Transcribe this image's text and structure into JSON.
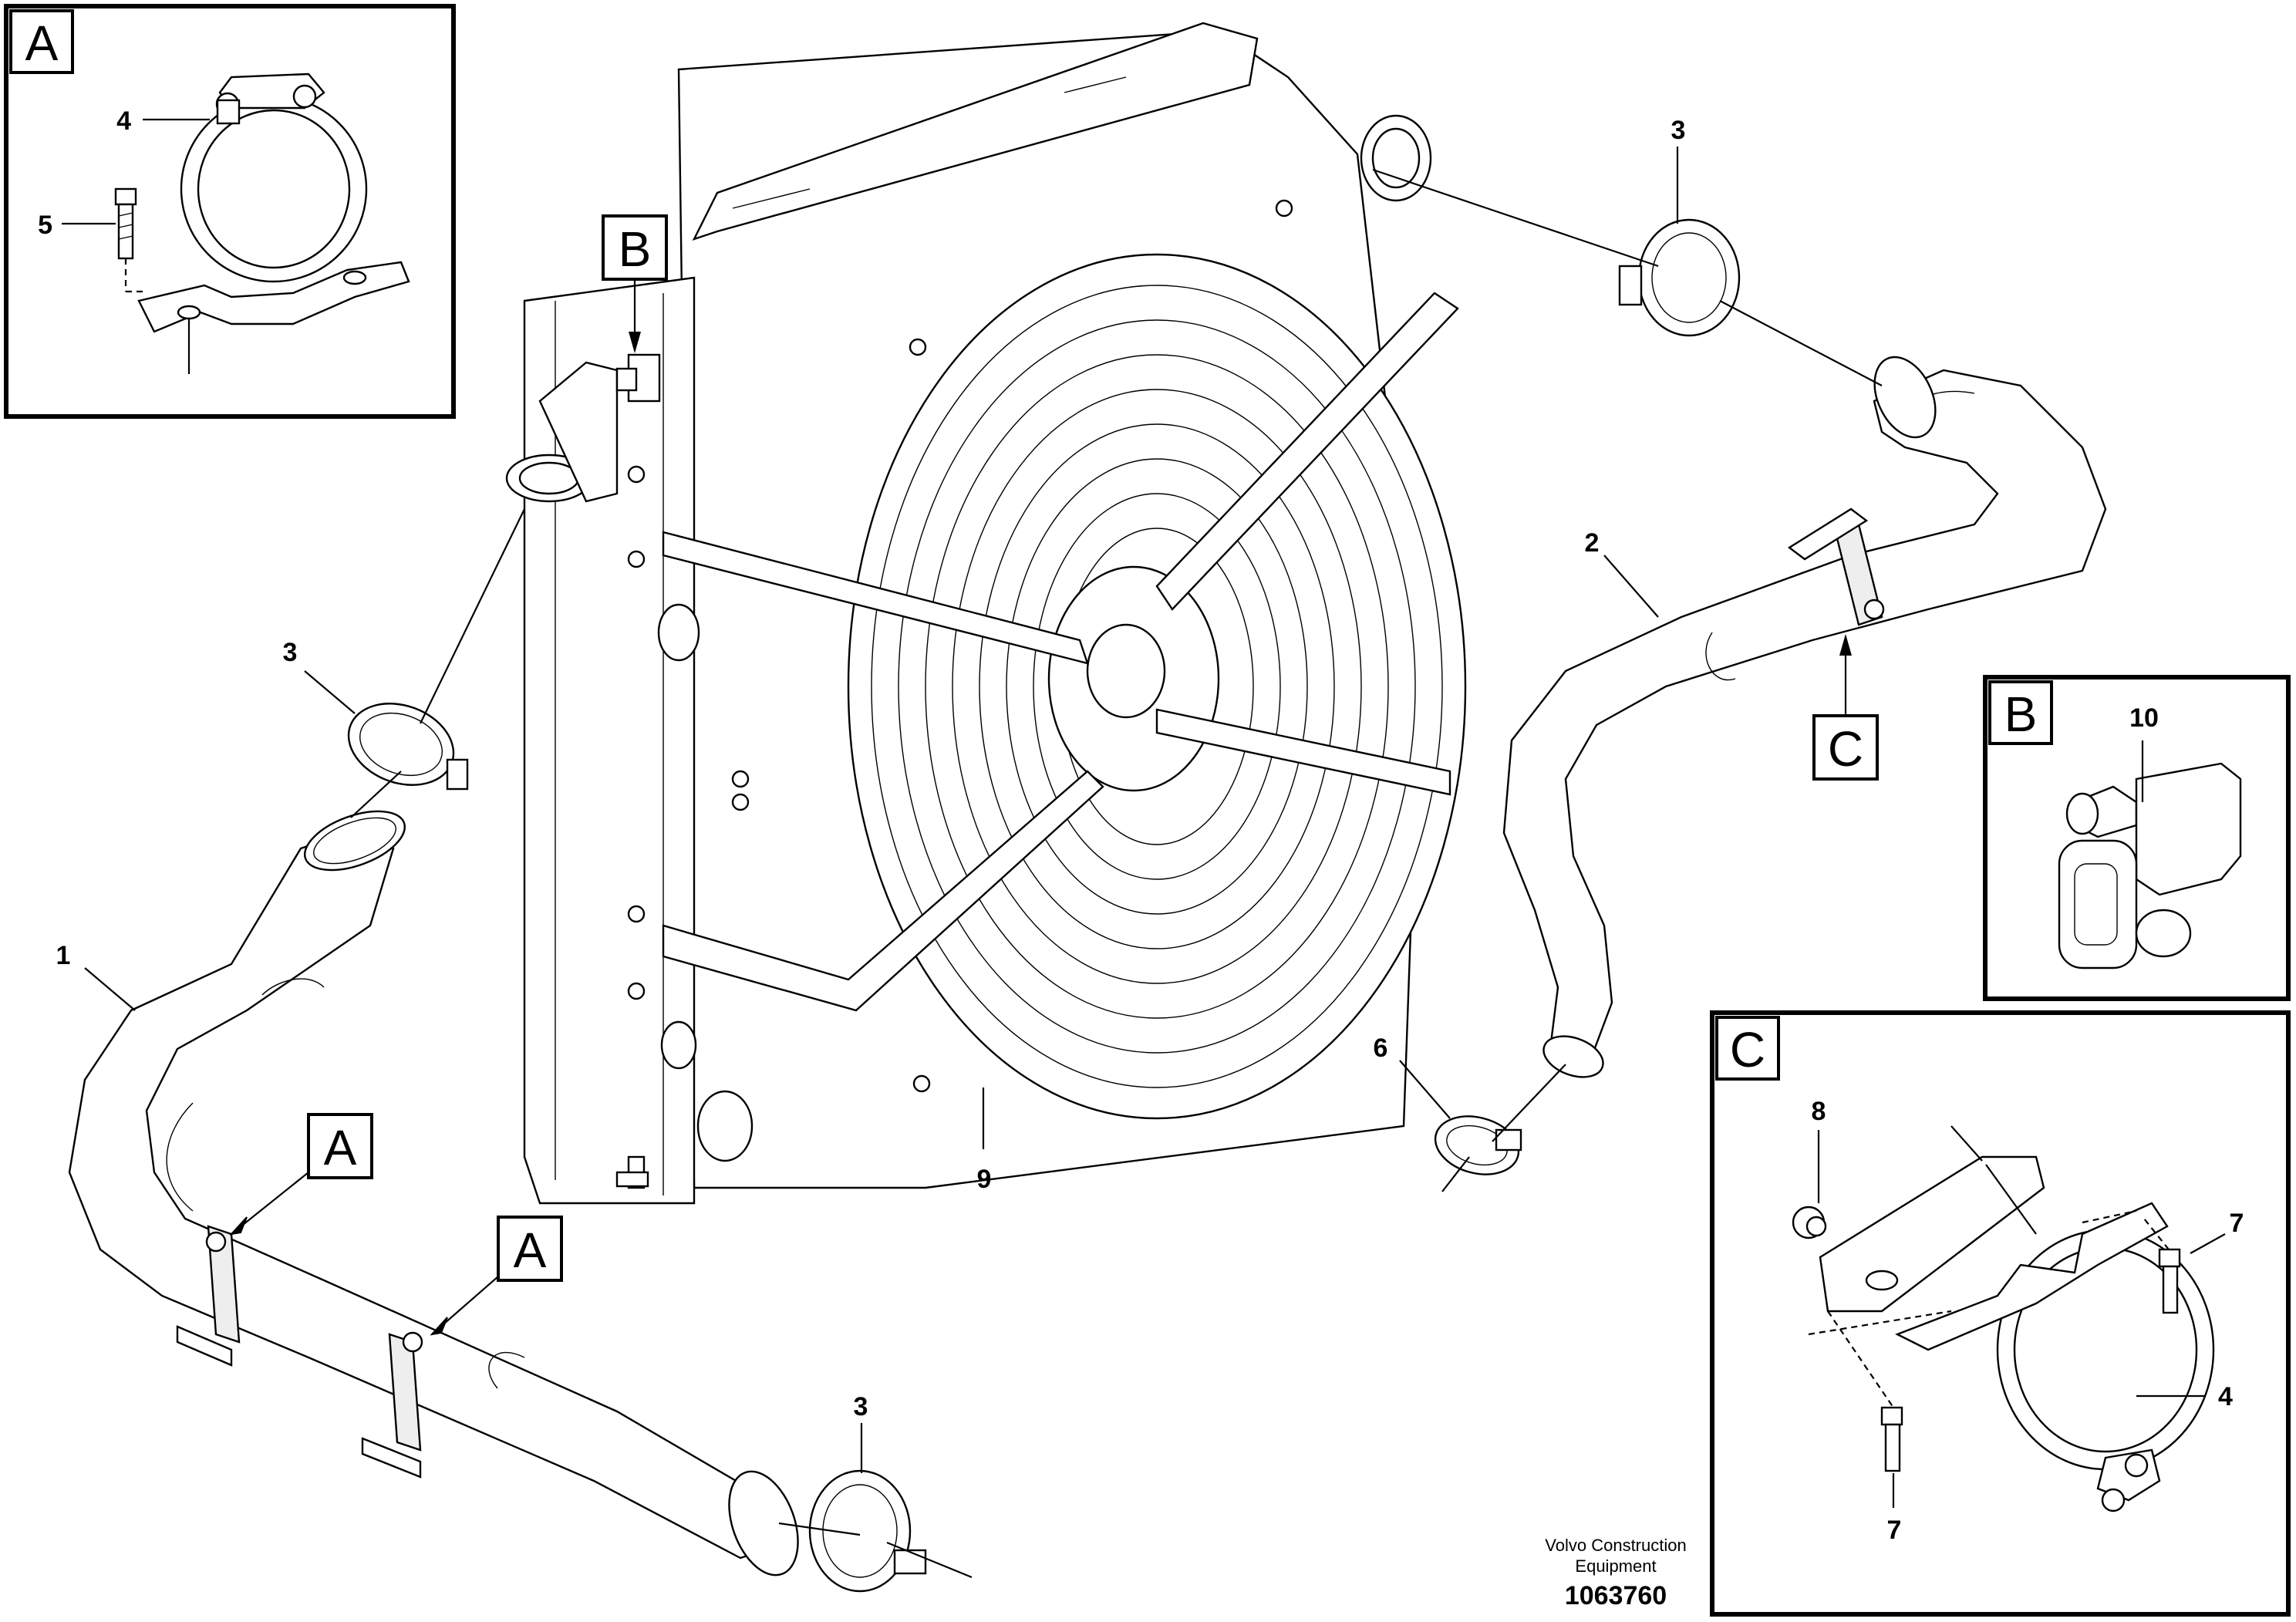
{
  "callouts": {
    "n1": "1",
    "n2": "2",
    "n3a": "3",
    "n3b": "3",
    "n3c": "3",
    "n4a": "4",
    "n4c": "4",
    "n5": "5",
    "n6": "6",
    "n7a": "7",
    "n7b": "7",
    "n8": "8",
    "n9": "9",
    "n10": "10"
  },
  "detail_labels": {
    "A": "A",
    "B": "B",
    "C": "C"
  },
  "credit": {
    "line1": "Volvo Construction",
    "line2": "Equipment",
    "doc_number": "1063760"
  }
}
